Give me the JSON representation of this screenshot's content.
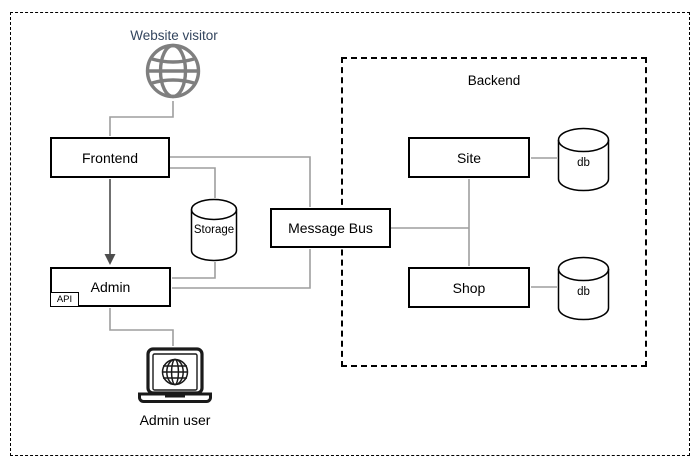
{
  "diagram": {
    "actors": {
      "website_visitor": {
        "label": "Website visitor",
        "icon": "globe-icon"
      },
      "admin_user": {
        "label": "Admin user",
        "icon": "laptop-globe-icon"
      }
    },
    "nodes": {
      "frontend": {
        "label": "Frontend"
      },
      "admin": {
        "label": "Admin",
        "badge": "API"
      },
      "storage": {
        "label": "Storage",
        "shape": "cylinder"
      },
      "message_bus": {
        "label": "Message Bus"
      },
      "site": {
        "label": "Site"
      },
      "shop": {
        "label": "Shop"
      },
      "site_db": {
        "label": "db",
        "shape": "cylinder"
      },
      "shop_db": {
        "label": "db",
        "shape": "cylinder"
      }
    },
    "groups": {
      "backend": {
        "label": "Backend",
        "style": "dashed"
      }
    },
    "edges": [
      "website_visitor -> frontend",
      "frontend -> admin (arrow)",
      "frontend -> storage",
      "frontend -> message_bus",
      "storage -> admin",
      "admin -> message_bus",
      "message_bus -> site",
      "message_bus -> shop",
      "site -> site_db",
      "shop -> shop_db",
      "admin -> admin_user"
    ],
    "colors": {
      "background": "#ffffff",
      "box_border": "#000000",
      "group_border": "#000000",
      "connector": "#9e9e9e",
      "arrow": "#4d4d4d",
      "globe_icon": "#7f7f7f",
      "laptop_icon": "#1a1a1a",
      "visitor_label_text": "#33455e",
      "text": "#000000"
    }
  }
}
